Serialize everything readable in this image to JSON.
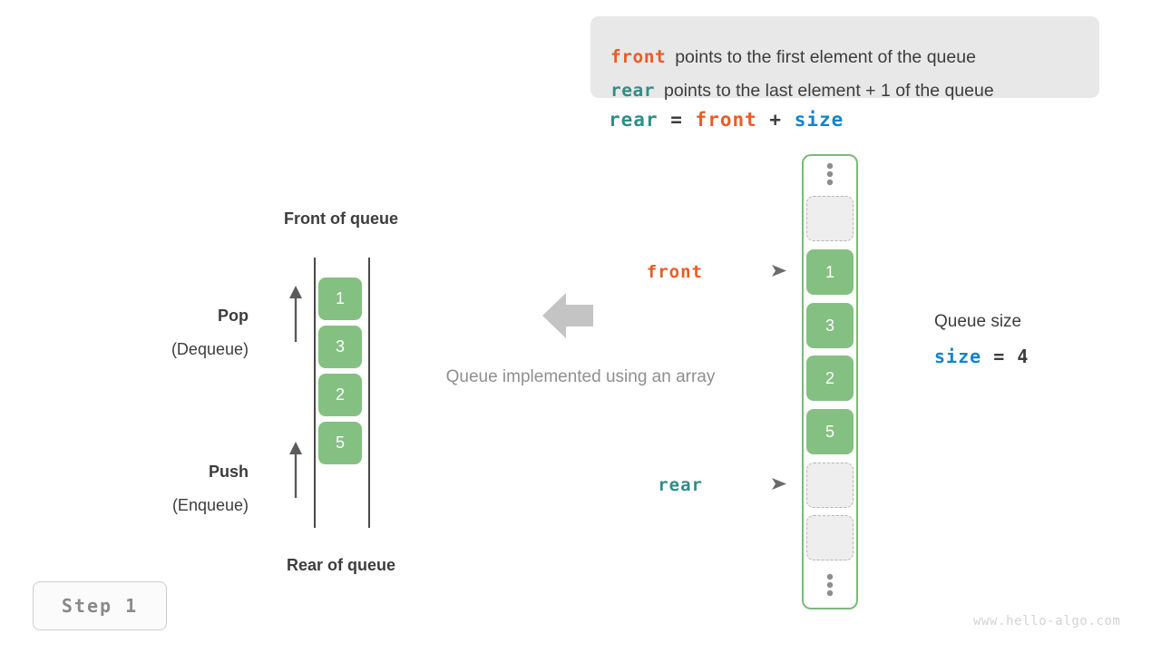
{
  "legend": {
    "lines": [
      {
        "keyword": "front",
        "keyword_color": "#ec5b26",
        "text": "points to the first element of the queue"
      },
      {
        "keyword": "rear",
        "keyword_color": "#2f8e87",
        "text": "points to the last element + 1 of the queue"
      }
    ],
    "background": "#e8e8e8"
  },
  "formula": {
    "lhs": "rear",
    "eq": "=",
    "rhs1": "front",
    "plus": "+",
    "rhs2": "size"
  },
  "linked_queue": {
    "top_label": "Front of queue",
    "bottom_label": "Rear of queue",
    "cells": [
      "1",
      "3",
      "2",
      "5"
    ],
    "cell_color": "#83c081",
    "operations": [
      {
        "name": "Pop",
        "sub": "(Dequeue)"
      },
      {
        "name": "Push",
        "sub": "(Enqueue)"
      }
    ]
  },
  "center": {
    "arrow_direction": "left",
    "arrow_color": "#c4c4c4",
    "caption": "Queue implemented using an array"
  },
  "array_queue": {
    "frame_color": "#7cb97a",
    "cells": [
      {
        "value": "",
        "state": "empty"
      },
      {
        "value": "1",
        "state": "filled"
      },
      {
        "value": "3",
        "state": "filled"
      },
      {
        "value": "2",
        "state": "filled"
      },
      {
        "value": "5",
        "state": "filled"
      },
      {
        "value": "",
        "state": "empty"
      },
      {
        "value": "",
        "state": "empty"
      }
    ],
    "pointers": {
      "front": {
        "label": "front",
        "color": "#ec5b26"
      },
      "rear": {
        "label": "rear",
        "color": "#2f8e87"
      }
    }
  },
  "size_note": {
    "title": "Queue size",
    "keyword": "size",
    "keyword_color": "#1384ca",
    "eq": "=",
    "value": "4"
  },
  "step_badge": {
    "label": "Step 1"
  },
  "watermark": {
    "text": "www.hello-algo.com"
  }
}
